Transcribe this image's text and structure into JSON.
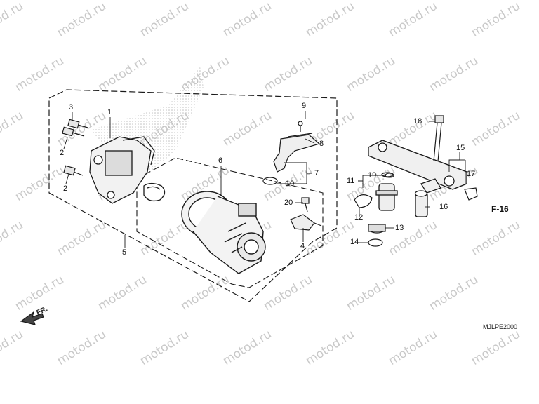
{
  "watermark": {
    "text": "motod.ru"
  },
  "diagram": {
    "callouts": [
      {
        "id": "1",
        "name": "callout-1"
      },
      {
        "id": "2",
        "name": "callout-2a"
      },
      {
        "id": "2",
        "name": "callout-2b"
      },
      {
        "id": "3",
        "name": "callout-3"
      },
      {
        "id": "4",
        "name": "callout-4"
      },
      {
        "id": "5",
        "name": "callout-5"
      },
      {
        "id": "6",
        "name": "callout-6"
      },
      {
        "id": "7",
        "name": "callout-7"
      },
      {
        "id": "8",
        "name": "callout-8"
      },
      {
        "id": "9",
        "name": "callout-9"
      },
      {
        "id": "10",
        "name": "callout-10"
      },
      {
        "id": "11",
        "name": "callout-11"
      },
      {
        "id": "12",
        "name": "callout-12"
      },
      {
        "id": "13",
        "name": "callout-13"
      },
      {
        "id": "14",
        "name": "callout-14"
      },
      {
        "id": "15",
        "name": "callout-15"
      },
      {
        "id": "16",
        "name": "callout-16"
      },
      {
        "id": "17",
        "name": "callout-17"
      },
      {
        "id": "18",
        "name": "callout-18"
      },
      {
        "id": "19",
        "name": "callout-19"
      },
      {
        "id": "20",
        "name": "callout-20"
      }
    ],
    "reference": "F-16",
    "direction": "FR.",
    "drawing_code": "MJLPE2000"
  },
  "colors": {
    "line": "#1a1a1a",
    "watermark": "#9d9d9d",
    "shade": "#c7c7c7"
  }
}
